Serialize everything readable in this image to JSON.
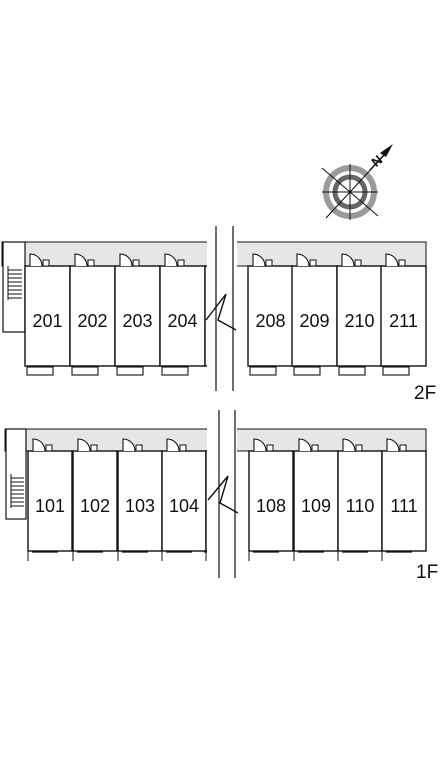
{
  "compass": {
    "north_letter": "N"
  },
  "floors": [
    {
      "label": "2F",
      "units": [
        "201",
        "202",
        "203",
        "204",
        "208",
        "209",
        "210",
        "211"
      ]
    },
    {
      "label": "1F",
      "units": [
        "101",
        "102",
        "103",
        "104",
        "108",
        "109",
        "110",
        "111"
      ]
    }
  ],
  "colors": {
    "corridor": "#e6e6e6",
    "line": "#111111",
    "background": "#ffffff"
  }
}
